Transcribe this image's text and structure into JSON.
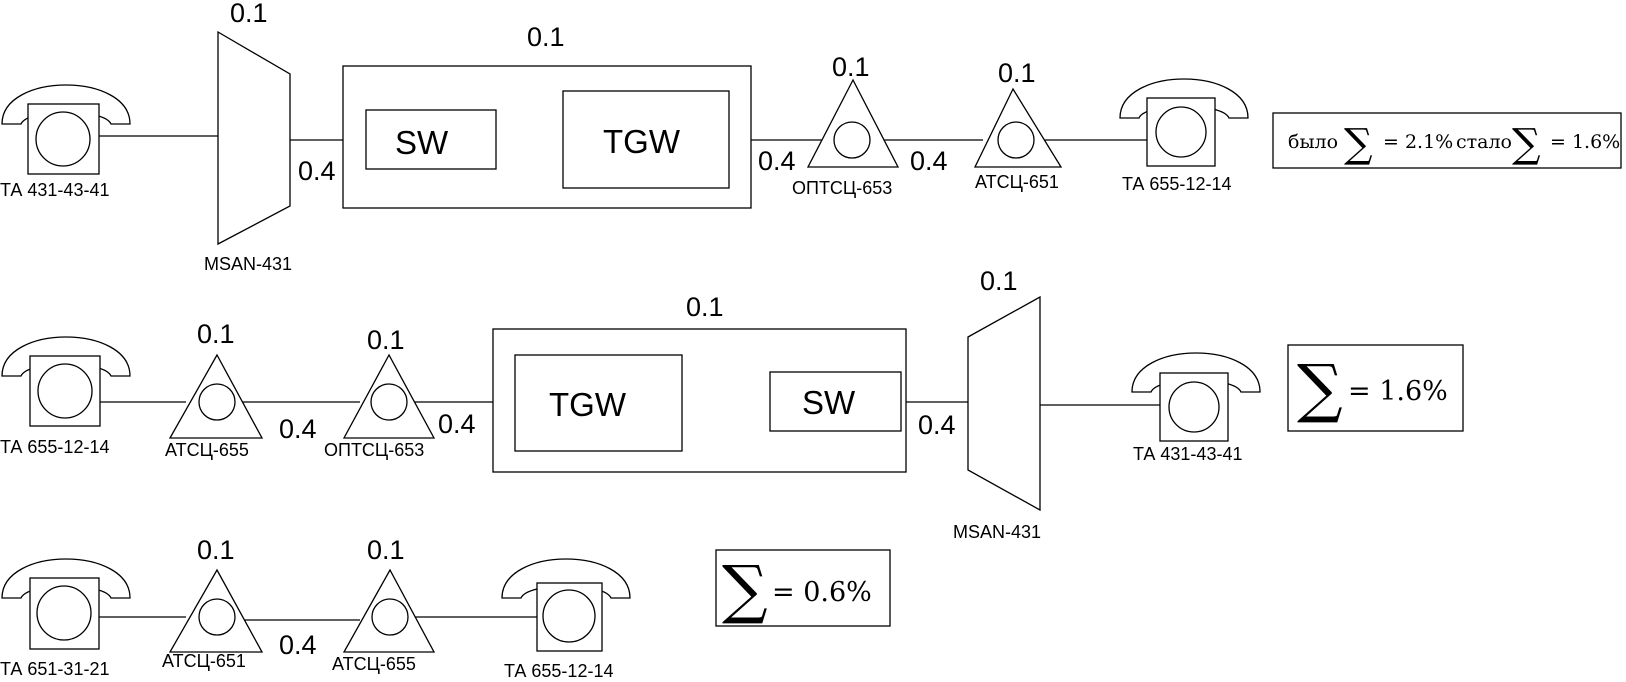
{
  "row1": {
    "phone_left": "ТА 431-43-41",
    "msan_label": "MSAN-431",
    "msan_loss": "0.1",
    "link_msan_to_box": "0.4",
    "box_loss": "0.1",
    "sw": "SW",
    "tgw": "TGW",
    "link_box_to_optsc": "0.4",
    "optsc_label": "ОПТСЦ-653",
    "optsc_loss": "0.1",
    "link_optsc_to_atsc": "0.4",
    "atsc_label": "АТСЦ-651",
    "atsc_loss": "0.1",
    "phone_right": "ТА 655-12-14",
    "formula_was": "было",
    "formula_was_value": "= 2.1%",
    "formula_now": "стало",
    "formula_now_value": "= 1.6%"
  },
  "row2": {
    "phone_left": "ТА 655-12-14",
    "atsc_label": "АТСЦ-655",
    "atsc_loss": "0.1",
    "link_atsc_to_optsc": "0.4",
    "optsc_label": "ОПТСЦ-653",
    "optsc_loss": "0.1",
    "link_optsc_to_box": "0.4",
    "box_loss": "0.1",
    "tgw": "TGW",
    "sw": "SW",
    "link_box_to_msan": "0.4",
    "msan_loss": "0.1",
    "msan_label": "MSAN-431",
    "phone_right": "ТА 431-43-41",
    "formula_value": "= 1.6%"
  },
  "row3": {
    "phone_left": "ТА 651-31-21",
    "atsc1_label": "АТСЦ-651",
    "atsc1_loss": "0.1",
    "link_between": "0.4",
    "atsc2_label": "АТСЦ-655",
    "atsc2_loss": "0.1",
    "phone_right": "ТА 655-12-14",
    "formula_value": "= 0.6%"
  },
  "symbols": {
    "sum": "∑"
  }
}
